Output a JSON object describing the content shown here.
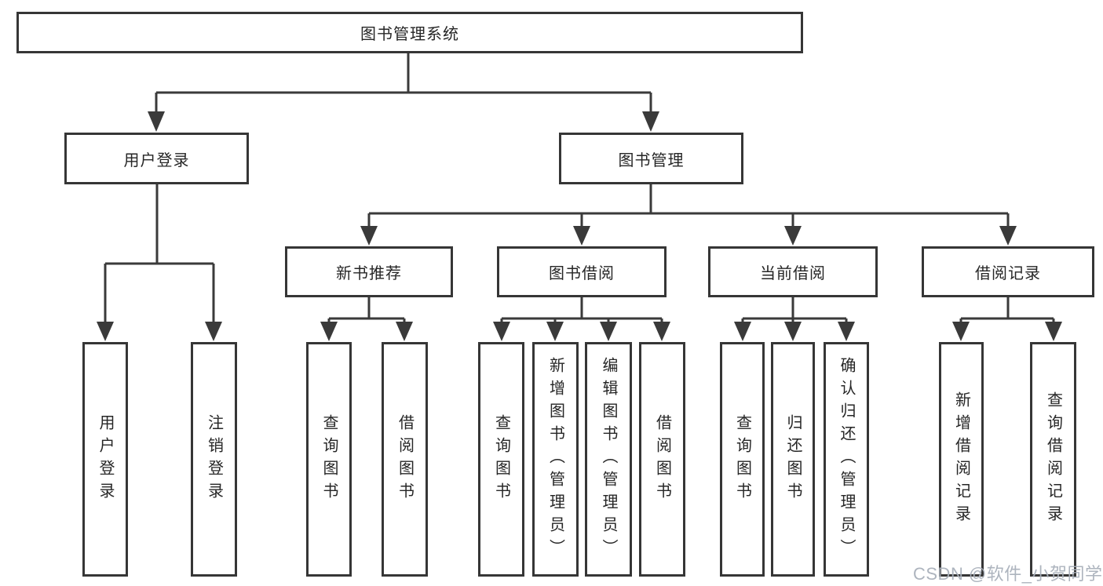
{
  "watermark": "CSDN @软件_小贺同学",
  "colors": {
    "line": "#3a3a3a",
    "box_border": "#363636",
    "text": "#262626",
    "watermark": "#a9b0ba",
    "background": "#ffffff"
  },
  "tree": {
    "label": "图书管理系统",
    "children": [
      {
        "label": "用户登录",
        "children": [
          {
            "label": "用户登录"
          },
          {
            "label": "注销登录"
          }
        ]
      },
      {
        "label": "图书管理",
        "children": [
          {
            "label": "新书推荐",
            "children": [
              {
                "label": "查询图书"
              },
              {
                "label": "借阅图书"
              }
            ]
          },
          {
            "label": "图书借阅",
            "children": [
              {
                "label": "查询图书"
              },
              {
                "label": "新增图书（管理员）"
              },
              {
                "label": "编辑图书（管理员）"
              },
              {
                "label": "借阅图书"
              }
            ]
          },
          {
            "label": "当前借阅",
            "children": [
              {
                "label": "查询图书"
              },
              {
                "label": "归还图书"
              },
              {
                "label": "确认归还（管理员）"
              }
            ]
          },
          {
            "label": "借阅记录",
            "children": [
              {
                "label": "新增借阅记录"
              },
              {
                "label": "查询借阅记录"
              }
            ]
          }
        ]
      }
    ]
  }
}
